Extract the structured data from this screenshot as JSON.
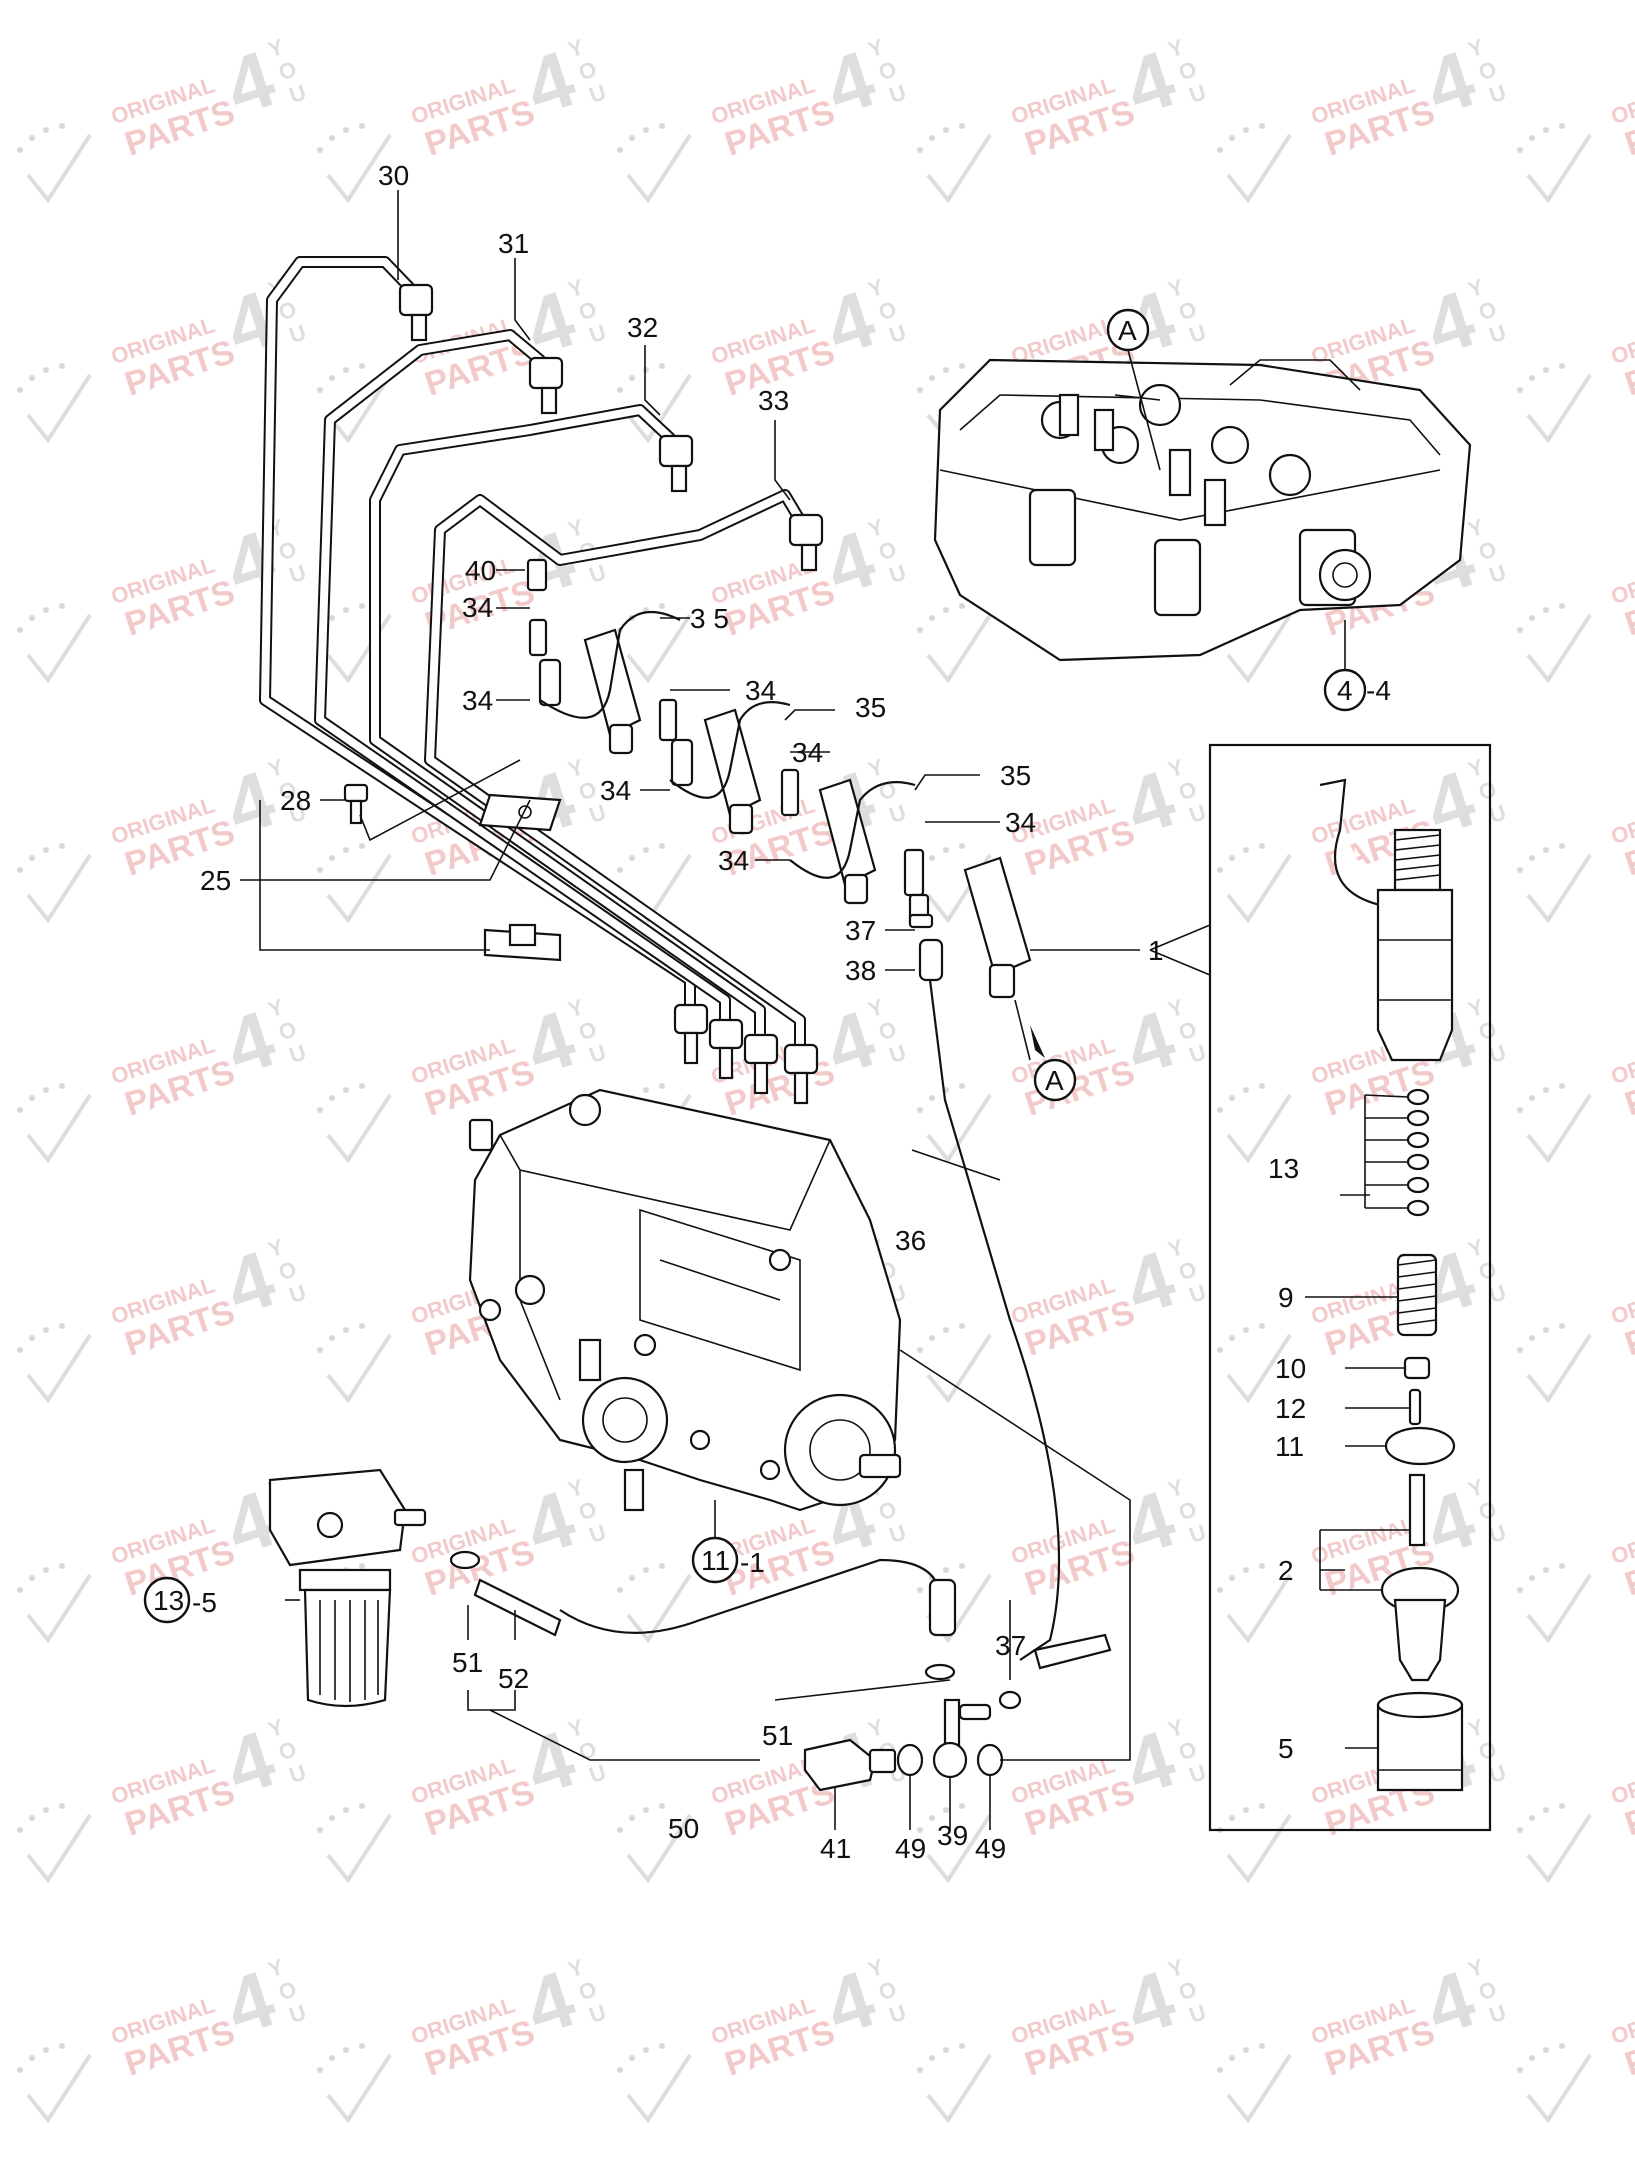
{
  "watermark": {
    "line1": "ORIGINAL",
    "line2": "PARTS",
    "numeral": "4",
    "small_y": "Y",
    "small_o": "O",
    "small_u": "U",
    "text_color": "#e08a8a",
    "mark_color": "#c8c8c8"
  },
  "callouts": {
    "c30": "30",
    "c31": "31",
    "c32": "32",
    "c33": "33",
    "c40": "40",
    "c34a": "34",
    "c34b": "34",
    "c34c": "34",
    "c34d": "34",
    "c34e": "34",
    "c34f": "34",
    "c34g": "34",
    "c35a": "3 5",
    "c35b": "35",
    "c35c": "35",
    "c28": "28",
    "c25": "25",
    "c37a": "37",
    "c38": "38",
    "c1": "1",
    "c36": "36",
    "c13": "13",
    "c9": "9",
    "c10": "10",
    "c12": "12",
    "c11": "11",
    "c2": "2",
    "c5": "5",
    "c51a": "51",
    "c52": "52",
    "c51b": "51",
    "c50": "50",
    "c37b": "37",
    "c41": "41",
    "c49a": "49",
    "c39": "39",
    "c49b": "49"
  },
  "refs": {
    "ref_a_top": "A",
    "ref_a_mid": "A",
    "ref44_num": "4",
    "ref44_suffix": "-4",
    "ref111_num": "11",
    "ref111_suffix": "-1",
    "ref135_num": "13",
    "ref135_suffix": "-5"
  }
}
